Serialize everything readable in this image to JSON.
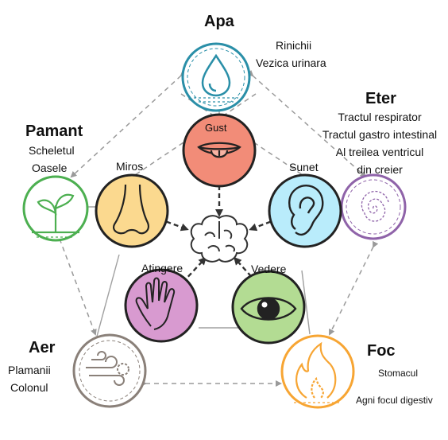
{
  "elements": {
    "apa": {
      "title": "Apa",
      "organs": [
        "Rinichii",
        "Vezica urinara"
      ],
      "color": "#2a8fa8"
    },
    "eter": {
      "title": "Eter",
      "organs": [
        "Tractul respirator",
        "Tractul gastro intestinal",
        "Al treilea ventricul",
        "din creier"
      ],
      "color": "#8f63a9"
    },
    "pamant": {
      "title": "Pamant",
      "organs": [
        "Scheletul",
        "Oasele"
      ],
      "color": "#4caf50"
    },
    "aer": {
      "title": "Aer",
      "organs": [
        "Plamanii",
        "Colonul"
      ],
      "color": "#8a8079"
    },
    "foc": {
      "title": "Foc",
      "organs": [
        "Stomacul",
        "Agni focul digestiv"
      ],
      "color": "#f7a533"
    }
  },
  "senses": {
    "gust": {
      "label": "Gust",
      "color": "#f28c78"
    },
    "miros": {
      "label": "Miros",
      "color": "#fbd98f"
    },
    "sunet": {
      "label": "Sunet",
      "color": "#b9ecfb"
    },
    "atingere": {
      "label": "Atingere",
      "color": "#d89ad0"
    },
    "vedere": {
      "label": "Vedere",
      "color": "#b3dc93"
    }
  }
}
